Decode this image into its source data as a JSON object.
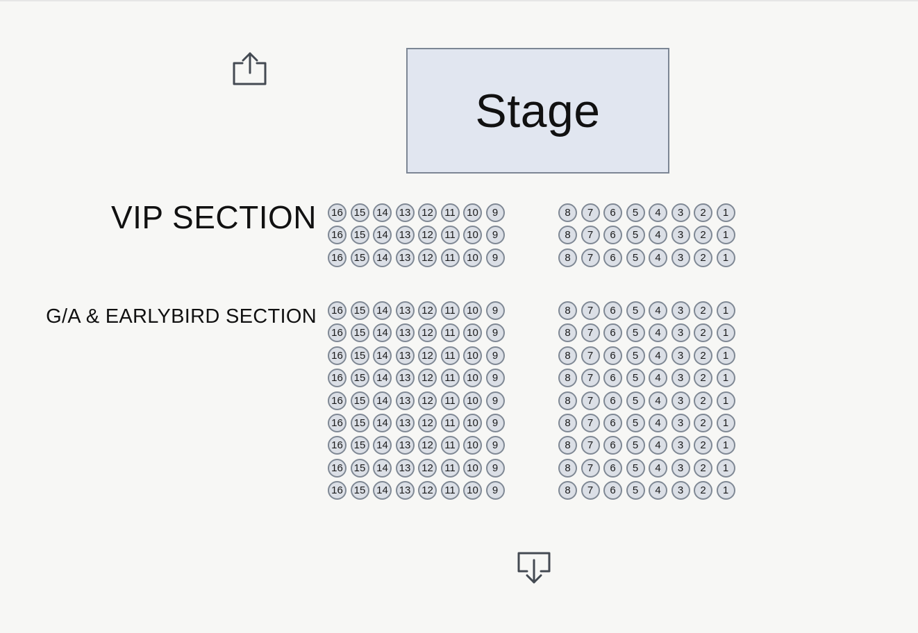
{
  "stage": {
    "label": "Stage"
  },
  "icons": {
    "share": "share-icon",
    "exit": "exit-door-icon"
  },
  "colors": {
    "background": "#f7f7f5",
    "stage_fill": "#e1e6f0",
    "stage_border": "#7c8694",
    "seat_fill": "#dbdfe6",
    "seat_border": "#7f8894"
  },
  "sections": [
    {
      "id": "vip",
      "title": "VIP SECTION",
      "rows": 3,
      "left_block": [
        "16",
        "15",
        "14",
        "13",
        "12",
        "11",
        "10",
        "9"
      ],
      "right_block": [
        "8",
        "7",
        "6",
        "5",
        "4",
        "3",
        "2",
        "1"
      ]
    },
    {
      "id": "ga",
      "title": "G/A & EARLYBIRD SECTION",
      "rows": 9,
      "left_block": [
        "16",
        "15",
        "14",
        "13",
        "12",
        "11",
        "10",
        "9"
      ],
      "right_block": [
        "8",
        "7",
        "6",
        "5",
        "4",
        "3",
        "2",
        "1"
      ]
    }
  ]
}
